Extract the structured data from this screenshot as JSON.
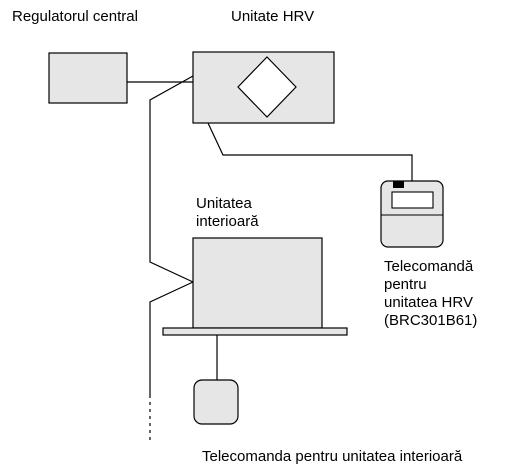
{
  "labels": {
    "central_controller": "Regulatorul central",
    "hrv_unit": "Unitate HRV",
    "indoor_unit_line1": "Unitatea",
    "indoor_unit_line2": "interioară",
    "hrv_remote_line1": "Telecomandă",
    "hrv_remote_line2": "pentru",
    "hrv_remote_line3": "unitatea HRV",
    "hrv_remote_line4": "(BRC301B61)",
    "indoor_remote": "Telecomanda pentru unitatea interioară"
  },
  "colors": {
    "line": "#000000",
    "box_fill": "#e6e6e6",
    "remote_body": "#e6e6e6",
    "remote_screen": "#ffffff"
  }
}
